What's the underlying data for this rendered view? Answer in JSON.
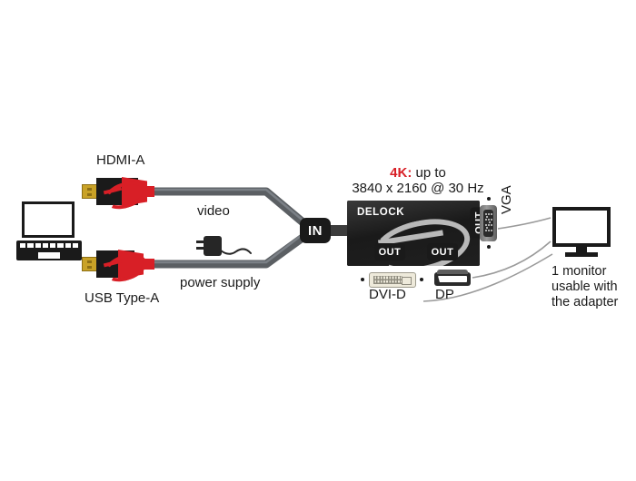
{
  "diagram": {
    "title": "Delock adapter connection diagram",
    "spec": {
      "highlight": "4K:",
      "line1_rest": " up to",
      "line2": "3840 x 2160 @ 30 Hz",
      "highlight_color": "#d81f26",
      "text_color": "#1a1a1a"
    },
    "source": {
      "device_name": "laptop",
      "connectors": [
        {
          "id": "hdmi",
          "label": "HDMI-A",
          "cable_label": "video"
        },
        {
          "id": "usb",
          "label": "USB Type-A",
          "cable_label": "power supply"
        }
      ]
    },
    "junction": {
      "label": "IN"
    },
    "adapter": {
      "brand": "DELOCK",
      "ports": [
        {
          "id": "vga",
          "label": "VGA",
          "badge": "OUT"
        },
        {
          "id": "dvid",
          "label": "DVI-D",
          "badge": "OUT"
        },
        {
          "id": "dp",
          "label": "DP",
          "badge": "OUT"
        }
      ]
    },
    "output": {
      "note": "1 monitor usable with the adapter",
      "icon": "monitor-icon"
    },
    "colors": {
      "cable": "#5b5f63",
      "accent_red": "#d81f26",
      "body_black": "#1a1a1a",
      "connector_gold": "#c9a227",
      "swirl_gray": "#b9b9b9",
      "background": "#ffffff"
    }
  }
}
